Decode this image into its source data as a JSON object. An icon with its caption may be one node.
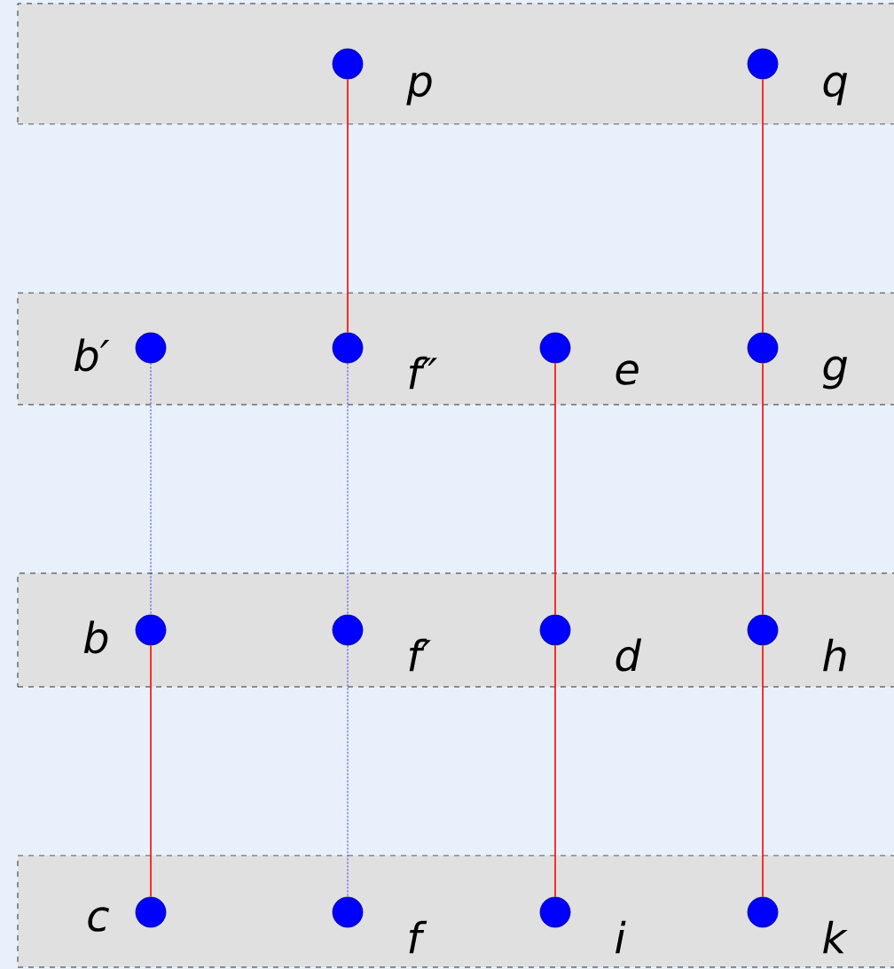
{
  "diagram": {
    "nodes": [
      {
        "text": [],
        "shape": "bar"
      },
      {
        "text": [],
        "shape": "circle",
        "in": 0,
        "beside": [
          "p"
        ]
      },
      {
        "text": [],
        "shape": "circle",
        "in": 0,
        "beside": [
          "q"
        ]
      },
      {
        "text": [],
        "shape": "bar"
      },
      {
        "text": [],
        "shape": "circle",
        "in": 3,
        "beside": [
          "b′"
        ]
      },
      {
        "text": [],
        "shape": "circle",
        "in": 3,
        "beside": [
          "f″"
        ]
      },
      {
        "text": [],
        "shape": "circle",
        "in": 3,
        "beside": [
          "e"
        ]
      },
      {
        "text": [],
        "shape": "circle",
        "in": 3,
        "beside": [
          "g"
        ]
      },
      {
        "text": [],
        "shape": "bar"
      },
      {
        "text": [],
        "shape": "circle",
        "in": 8,
        "beside": [
          "b"
        ]
      },
      {
        "text": [],
        "shape": "circle",
        "in": 8,
        "beside": [
          "f′"
        ]
      },
      {
        "text": [],
        "shape": "circle",
        "in": 8,
        "beside": [
          "d"
        ]
      },
      {
        "text": [],
        "shape": "circle",
        "in": 8,
        "beside": [
          "h"
        ]
      },
      {
        "text": [],
        "shape": "bar"
      },
      {
        "text": [],
        "shape": "circle",
        "in": 13,
        "beside": [
          "c"
        ]
      },
      {
        "text": [],
        "shape": "circle",
        "in": 13,
        "beside": [
          "f"
        ]
      },
      {
        "text": [],
        "shape": "circle",
        "in": 13,
        "beside": [
          "i"
        ]
      },
      {
        "text": [],
        "shape": "circle",
        "in": 13,
        "beside": [
          "k"
        ]
      }
    ],
    "edges": [
      {
        "from": 1,
        "to": 5,
        "arrow": "none"
      },
      {
        "from": 2,
        "to": 7,
        "arrow": "none"
      },
      {
        "from": 7,
        "to": 12,
        "arrow": "none"
      },
      {
        "from": 12,
        "to": 17,
        "arrow": "none"
      },
      {
        "from": 6,
        "to": 11,
        "arrow": "none"
      },
      {
        "from": 11,
        "to": 16,
        "arrow": "none"
      },
      {
        "from": 9,
        "to": 14,
        "arrow": "none"
      },
      {
        "from": 4,
        "to": 9,
        "arrow": "none",
        "style": "dashed",
        "color": "#0000ff"
      },
      {
        "from": 5,
        "to": 10,
        "arrow": "none",
        "style": "dashed",
        "color": "#0000ff"
      },
      {
        "from": 10,
        "to": 15,
        "arrow": "none",
        "style": "dashed",
        "color": "#0000ff"
      }
    ]
  }
}
